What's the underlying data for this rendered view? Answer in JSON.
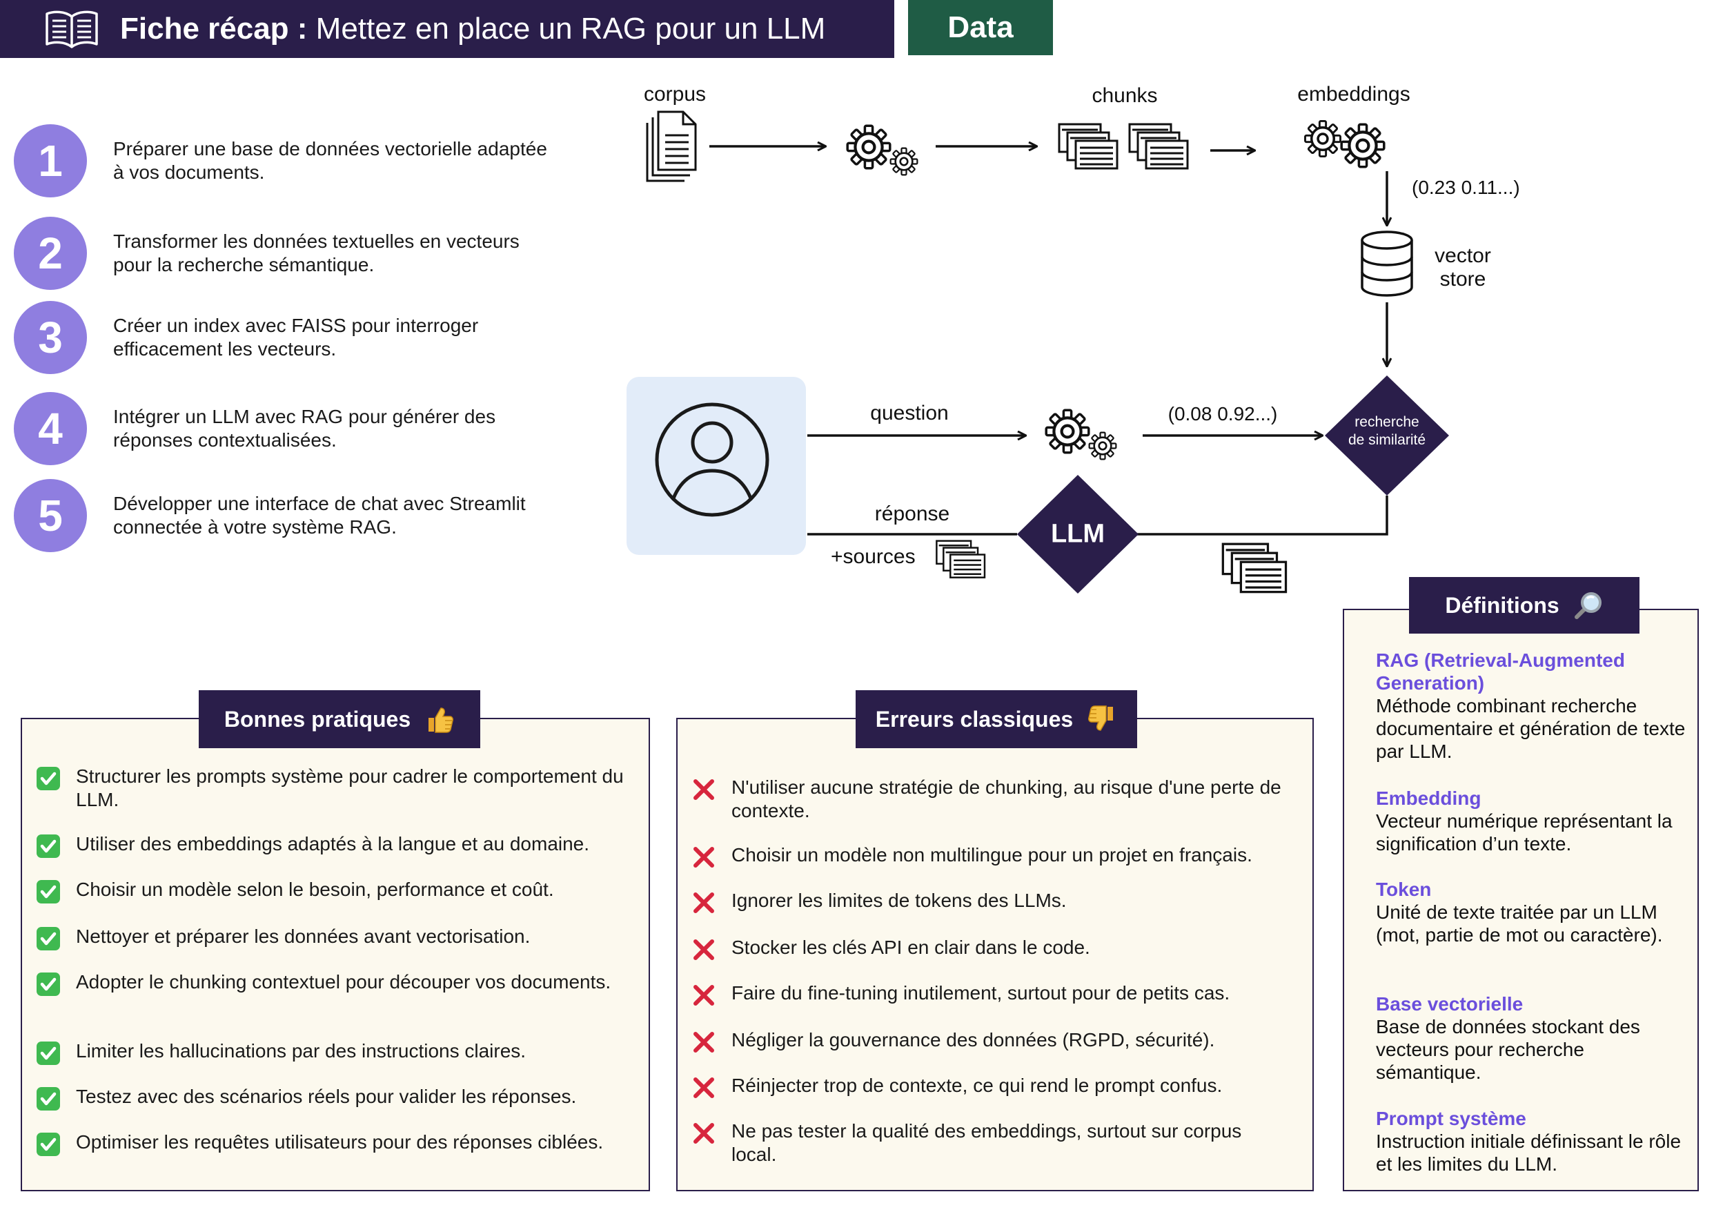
{
  "header": {
    "title_bold": "Fiche récap :",
    "title_rest": " Mettez en place un RAG pour un LLM",
    "badge": "Data",
    "icon": "open-book-icon"
  },
  "steps": [
    {
      "num": "1",
      "text": "Préparer une base de données vectorielle adaptée à vos documents."
    },
    {
      "num": "2",
      "text": "Transformer les données textuelles en vecteurs pour la recherche sémantique."
    },
    {
      "num": "3",
      "text": "Créer un index avec FAISS pour interroger efficacement les vecteurs."
    },
    {
      "num": "4",
      "text": "Intégrer un LLM avec RAG pour générer des réponses contextualisées."
    },
    {
      "num": "5",
      "text": "Développer une interface de chat avec Streamlit connectée à votre système RAG."
    }
  ],
  "flow": {
    "corpus": "corpus",
    "chunks": "chunks",
    "embeddings": "embeddings",
    "vector_example": "(0.23 0.11...)",
    "vector_store_1": "vector",
    "vector_store_2": "store",
    "question": "question",
    "question_vector": "(0.08 0.92...)",
    "search_1": "recherche",
    "search_2": "de similarité",
    "response": "réponse",
    "sources": "+sources",
    "llm": "LLM"
  },
  "colors": {
    "navy": "#2a1e4a",
    "green": "#1f5c45",
    "purple": "#8f7ee0",
    "accent": "#6b4fdc",
    "panel": "#fcf9ee",
    "user_bg": "#e2ecf9"
  },
  "good": {
    "title": "Bonnes pratiques",
    "icon": "thumbs-up-icon",
    "items": [
      "Structurer les prompts système pour cadrer le comportement du LLM.",
      "Utiliser des embeddings adaptés à la langue et au domaine.",
      "Choisir un modèle selon le besoin, performance et coût.",
      "Nettoyer et préparer les données avant vectorisation.",
      "Adopter le chunking contextuel pour découper vos documents.",
      "Limiter les hallucinations par des instructions claires.",
      "Testez avec des scénarios réels pour valider les réponses.",
      "Optimiser les requêtes utilisateurs pour des réponses ciblées."
    ]
  },
  "bad": {
    "title": "Erreurs classiques",
    "icon": "thumbs-down-icon",
    "items": [
      "N'utiliser aucune stratégie de chunking, au risque d'une perte de contexte.",
      "Choisir un modèle non multilingue pour un projet en français.",
      "Ignorer les limites de tokens des LLMs.",
      "Stocker les clés API en clair dans le code.",
      "Faire du fine-tuning inutilement, surtout pour de petits cas.",
      "Négliger la gouvernance des données (RGPD, sécurité).",
      "Réinjecter trop de contexte, ce qui rend le prompt confus.",
      "Ne pas tester la qualité des embeddings, surtout sur corpus local."
    ]
  },
  "definitions": {
    "title": "Définitions",
    "icon": "magnifier-icon",
    "items": [
      {
        "term": "RAG (Retrieval-Augmented Generation)",
        "desc": "Méthode combinant recherche documentaire et génération de texte par LLM."
      },
      {
        "term": "Embedding",
        "desc": "Vecteur numérique représentant la signification d’un texte."
      },
      {
        "term": "Token",
        "desc": "Unité de texte traitée par un LLM (mot, partie de mot ou caractère)."
      },
      {
        "term": "Base vectorielle",
        "desc": "Base de données stockant des vecteurs pour recherche sémantique."
      },
      {
        "term": "Prompt système",
        "desc": "Instruction initiale définissant le rôle et les limites du LLM."
      }
    ]
  }
}
